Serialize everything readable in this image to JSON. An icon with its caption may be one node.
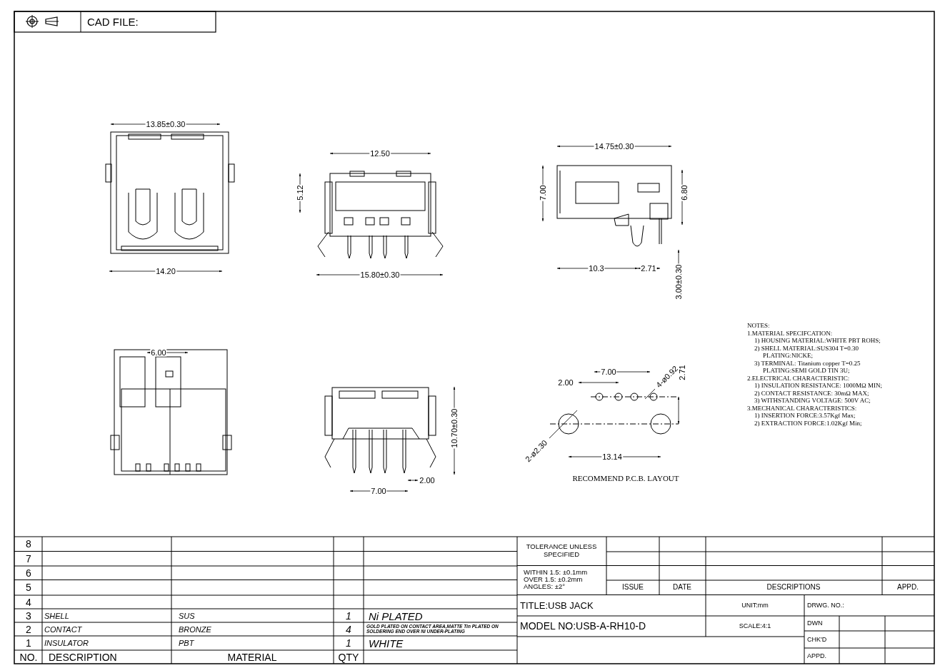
{
  "diagram": {
    "nodes": [
      {
        "text": [
          "4-ø0.92"
        ]
      },
      {
        "text": [
          "2-ø2.30"
        ]
      }
    ],
    "edges": [
      {
        "from": 0,
        "to": null,
        "arrow": "none"
      },
      {
        "from": 1,
        "to": null,
        "arrow": "none"
      }
    ],
    "labels": [
      "CAD FILE:",
      "13.85±0.30",
      "14.20",
      "12.50",
      "5.12",
      "15.80±0.30",
      "14.75±0.30",
      "7.00",
      "6.80",
      "10.3",
      "2.71",
      "3.00±0.30",
      "6.00",
      "10.70±0.30",
      "2.00",
      "7.00",
      "7.00",
      "2.00",
      "2.71",
      "13.14",
      "RECOMMEND P.C.B. LAYOUT",
      "NOTES:",
      "1.MATERIAL SPECIFCATION:",
      "1) HOUSING MATERIAL:WHITE PBT ROHS;",
      "2) SHELL MATERIAL:SUS304 T=0.30",
      "PLATING:NICKE;",
      "3) TERMINAL: Titanium copper T=0.25",
      "PLATING:SEMI GOLD TIN 3U;",
      "2.ELECTRICAL CHARACTERISTIC:",
      "1) INSULATION RESISTANCE: 1000MΩ MIN;",
      "2) CONTACT RESISTANCE: 30mΩ MAX;",
      "3) WITHSTANDING VOLTAGE: 500V AC;",
      "3.MECHANICAL CHARACTERISTICS:",
      "1) INSERTION FORCE:3.57Kgf Max;",
      "2) EXTRACTION FORCE:1.02Kgf Min;",
      "8",
      "7",
      "6",
      "5",
      "4",
      "3",
      "SHELL",
      "SUS",
      "1",
      "Ni PLATED",
      "2",
      "CONTACT",
      "BRONZE",
      "4",
      "GOLD PLATED ON CONTACT AREA,MATTE Tin PLATED ON SOLDERING END OVER Ni UNDER-PLATING",
      "1",
      "INSULATOR",
      "PBT",
      "1",
      "WHITE",
      "NO.",
      "DESCRIPTION",
      "MATERIAL",
      "QTY",
      "TOLERANCE UNLESS SPECIFIED",
      "WITHIN 1.5: ±0.1mm",
      "OVER 1.5:  ±0.2mm",
      "ANGLES: ±2°",
      "ISSUE",
      "DATE",
      "DESCRIPTIONS",
      "APPD.",
      "TITLE:USB JACK",
      "UNIT:mm",
      "DRWG. NO.:",
      "MODEL NO:USB-A-RH10-D",
      "SCALE:4:1",
      "DWN",
      "CHK'D",
      "APPD."
    ]
  }
}
